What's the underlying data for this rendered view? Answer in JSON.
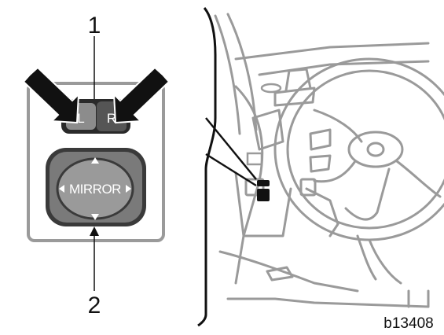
{
  "callouts": {
    "one": "1",
    "two": "2"
  },
  "selector": {
    "left": "L",
    "right": "R"
  },
  "control_pad": {
    "label": "MIRROR"
  },
  "figure_id": "b13408",
  "colors": {
    "line": "#9a9a9a",
    "dark": "#111111",
    "pad": "#6d6d6d",
    "pad_inner": "#888888"
  }
}
